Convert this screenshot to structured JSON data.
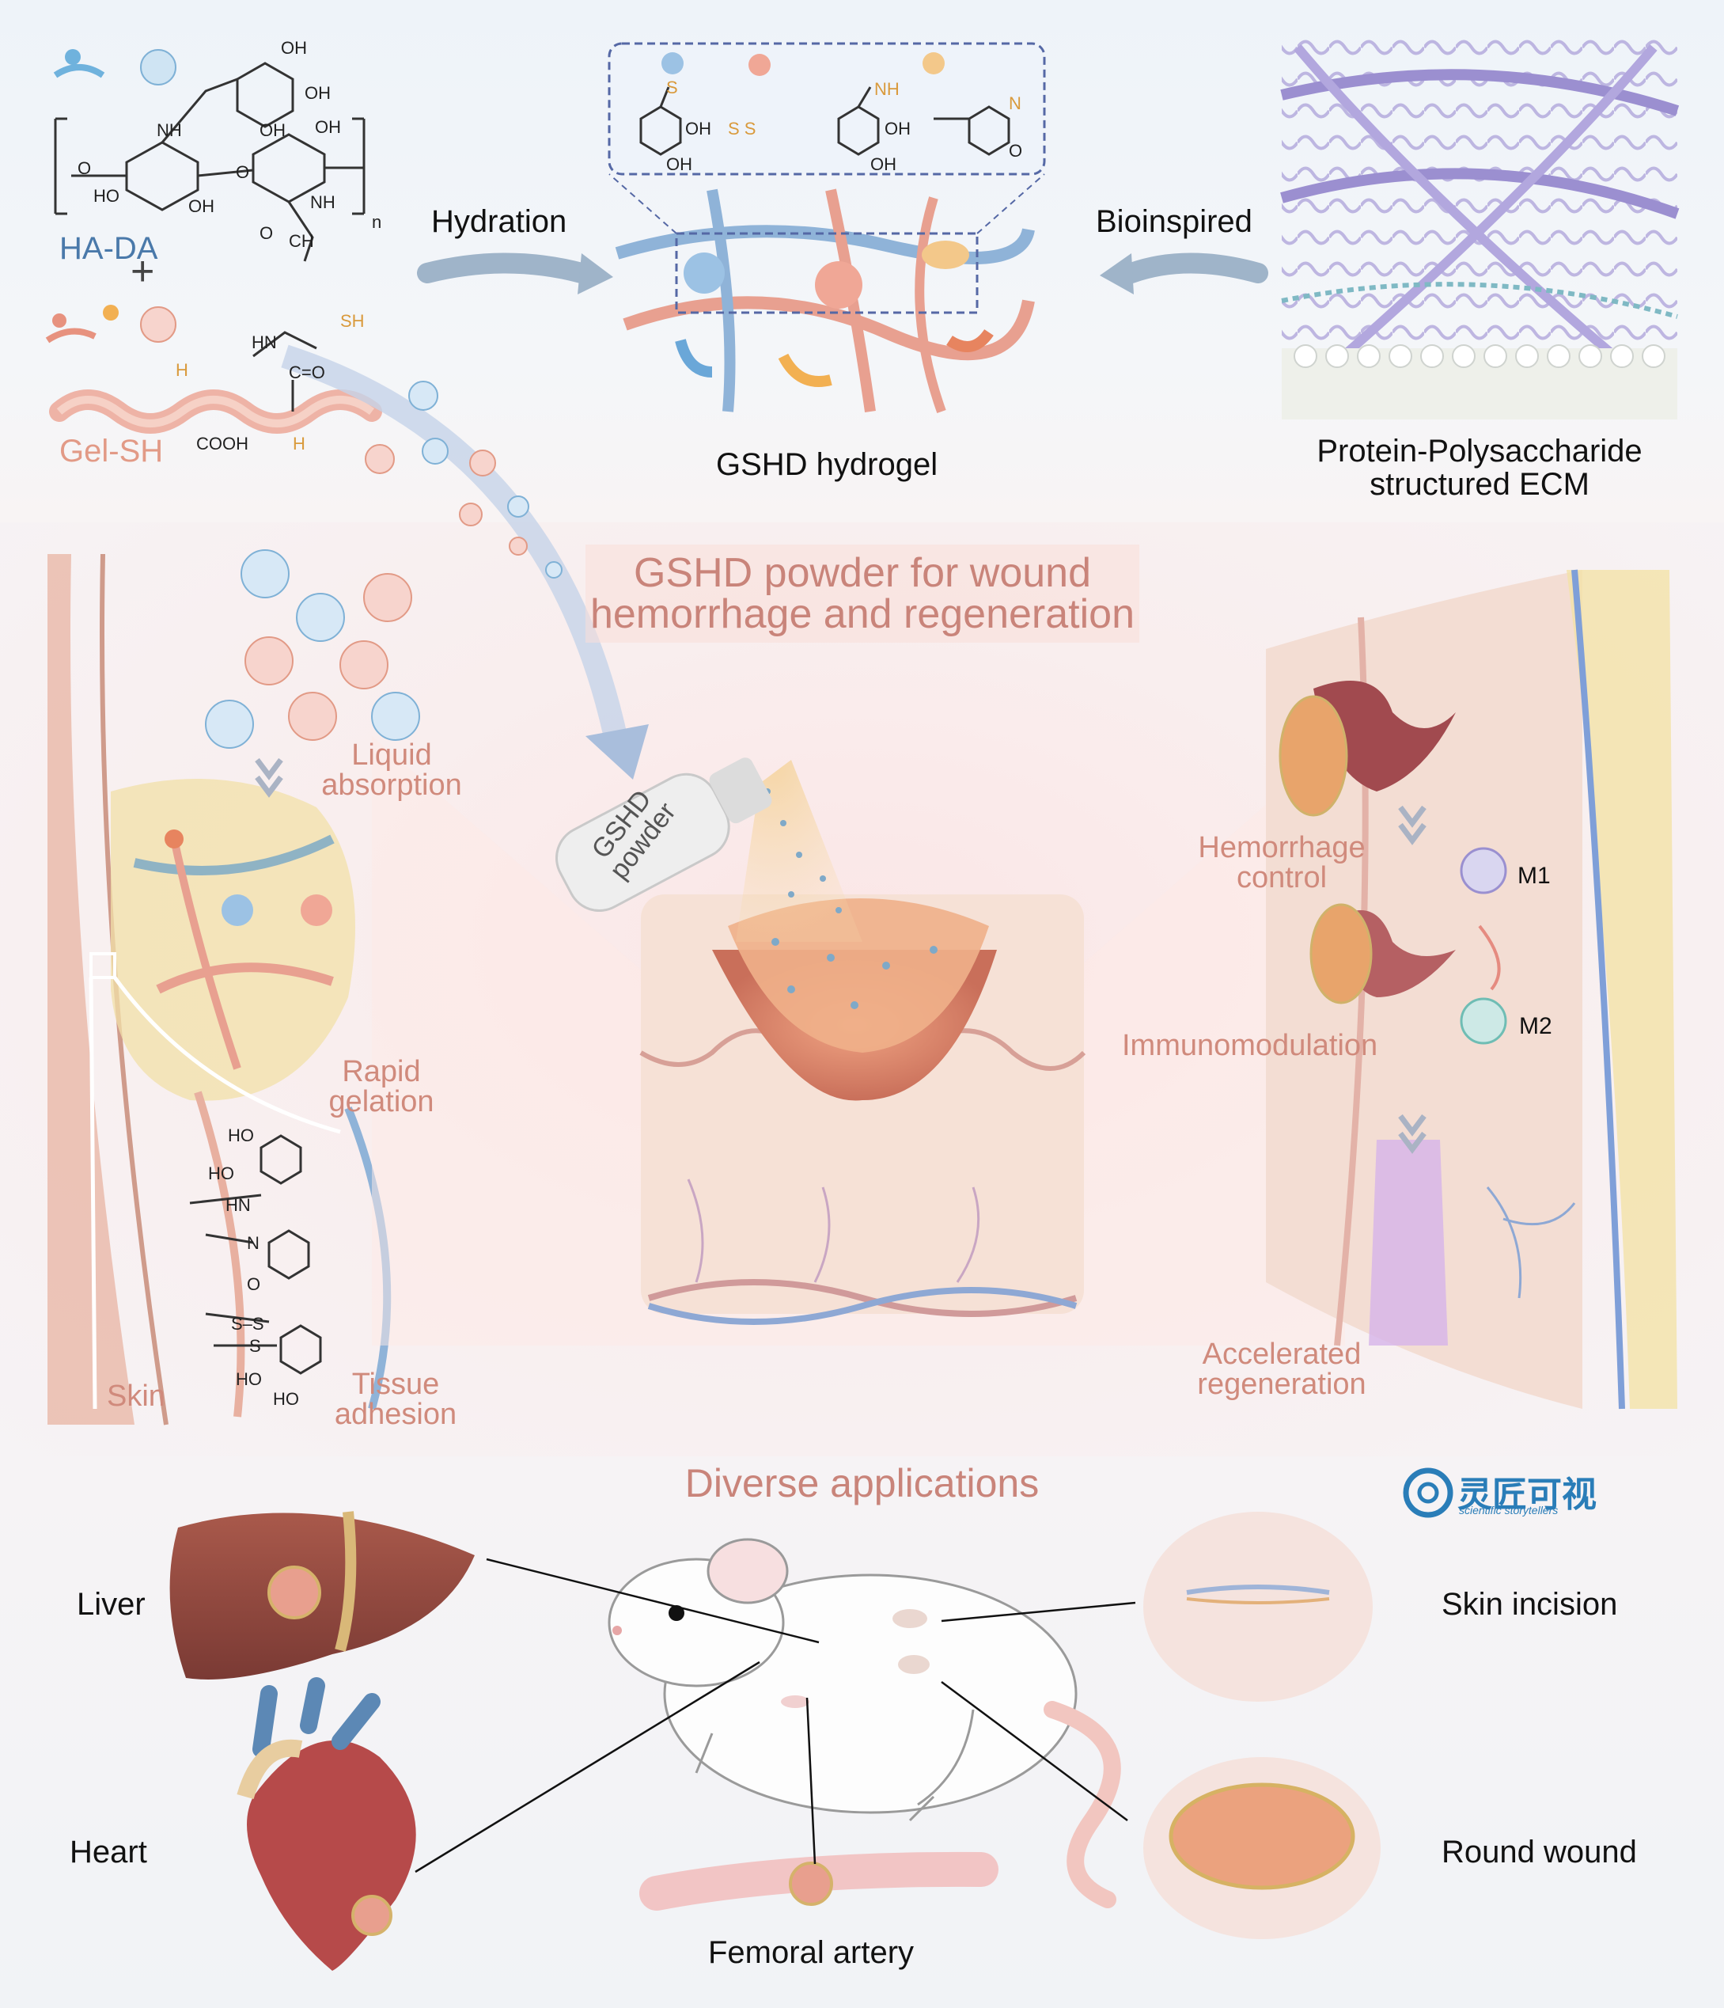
{
  "top": {
    "ha_da_label": "HA-DA",
    "plus": "+",
    "gel_sh_label": "Gel-SH",
    "hydration": "Hydration",
    "bioinspired": "Bioinspired",
    "gshd_hydrogel": "GSHD hydrogel",
    "ecm_line1": "Protein-Polysaccharide",
    "ecm_line2": "structured ECM",
    "chem": {
      "oh1": "OH",
      "oh2": "OH",
      "nh": "NH",
      "oh3": "OH",
      "oh4": "OH",
      "ho": "HO",
      "oh5": "OH",
      "nh2": "NH",
      "ch3": "CH",
      "n_sub": "n",
      "o1": "O",
      "o2": "O",
      "o3": "O",
      "sh": "SH",
      "hn": "HN",
      "ceo": "C=O",
      "h2n_1": "H",
      "cooh": "COOH",
      "h2n_2": "H",
      "inset_s": "S",
      "inset_oh1": "OH",
      "inset_ss": "S S",
      "inset_oh2": "OH",
      "inset_nh": "NH",
      "inset_oh3": "OH",
      "inset_oh4": "OH",
      "inset_n": "N",
      "inset_o": "O"
    }
  },
  "middle": {
    "title_line1": "GSHD powder for wound",
    "title_line2": "hemorrhage and regeneration",
    "liquid_line1": "Liquid",
    "liquid_line2": "absorption",
    "rapid_line1": "Rapid",
    "rapid_line2": "gelation",
    "skin": "Skin",
    "tissue_line1": "Tissue",
    "tissue_line2": "adhesion",
    "bottle_line1": "GSHD",
    "bottle_line2": "powder",
    "hemo_line1": "Hemorrhage",
    "hemo_line2": "control",
    "m1": "M1",
    "m2": "M2",
    "immuno": "Immunomodulation",
    "accel_line1": "Accelerated",
    "accel_line2": "regeneration",
    "chem": {
      "ho1": "HO",
      "ho2": "HO",
      "hn": "HN",
      "n": "N",
      "o": "O",
      "ss": "S–S",
      "s": "S",
      "ho3": "HO",
      "ho4": "HO"
    }
  },
  "bottom": {
    "title": "Diverse applications",
    "liver": "Liver",
    "heart": "Heart",
    "femoral": "Femoral artery",
    "skin_incision": "Skin incision",
    "round_wound": "Round wound"
  },
  "logo": {
    "text": "灵匠可视",
    "sub": "scientific storytellers"
  },
  "colors": {
    "title_salmon": "#c9847a",
    "ha_blue": "#4a79aa",
    "gel_pink": "#e29a86",
    "logo_blue": "#2a7db8"
  }
}
